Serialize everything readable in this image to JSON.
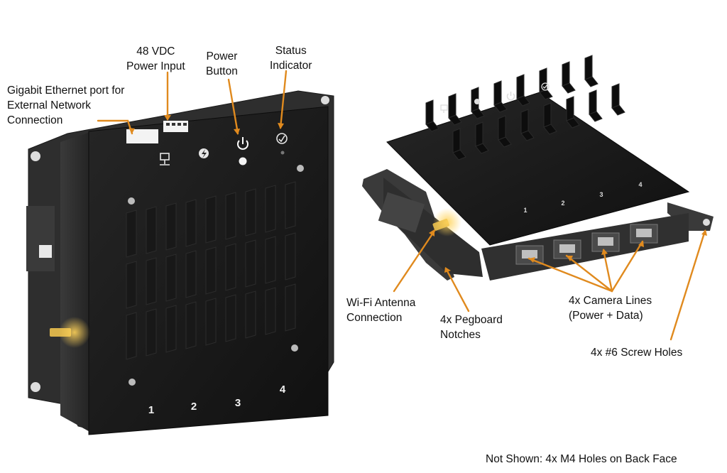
{
  "callouts": {
    "ethernet": "Gigabit Ethernet port for\nExternal Network\nConnection",
    "power_input": "48 VDC\nPower Input",
    "power_button": "Power\nButton",
    "status_indicator": "Status\nIndicator",
    "wifi_antenna": "Wi-Fi Antenna\nConnection",
    "pegboard_notches": "4x Pegboard\nNotches",
    "camera_lines": "4x Camera Lines\n(Power + Data)",
    "screw_holes": "4x #6 Screw Holes",
    "not_shown": "Not Shown: 4x M4 Holes on Back Face"
  },
  "device": {
    "port_numbers": [
      "1",
      "2",
      "3",
      "4"
    ]
  },
  "colors": {
    "leader_line": "#E08A1E",
    "housing": "#2b2b2b",
    "heatsink": "#141414",
    "connector_gold": "#d9b24a"
  },
  "icons": [
    "network-icon",
    "bolt-icon",
    "power-icon",
    "status-check-icon"
  ]
}
